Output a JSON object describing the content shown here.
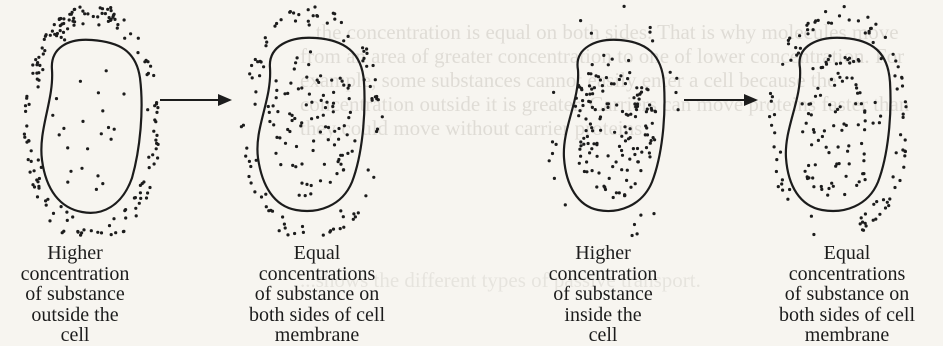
{
  "background_text": {
    "upper": "...the concentration is equal on both sides. That is why molecules move from an area of greater concentration to one of lower concentration. For example, some substances cannot easily enter a cell because the concentration outside it is greater. Carriers can move proteins faster than they could move without carrier proteins.",
    "lower": "...shows the different types of passive transport."
  },
  "panels": [
    {
      "caption": [
        "Higher",
        "concentration",
        "of substance",
        "outside the",
        "cell"
      ]
    },
    {
      "caption": [
        "Equal",
        "concentrations",
        "of substance on",
        "both sides of cell",
        "membrane"
      ]
    },
    {
      "caption": [
        "Higher",
        "concentration",
        "of substance",
        "inside the",
        "cell"
      ]
    },
    {
      "caption": [
        "Equal",
        "concentrations",
        "of substance on",
        "both sides of cell",
        "membrane"
      ]
    }
  ],
  "colors": {
    "ink": "#1c1c1c",
    "paper": "#f7f5f0"
  }
}
